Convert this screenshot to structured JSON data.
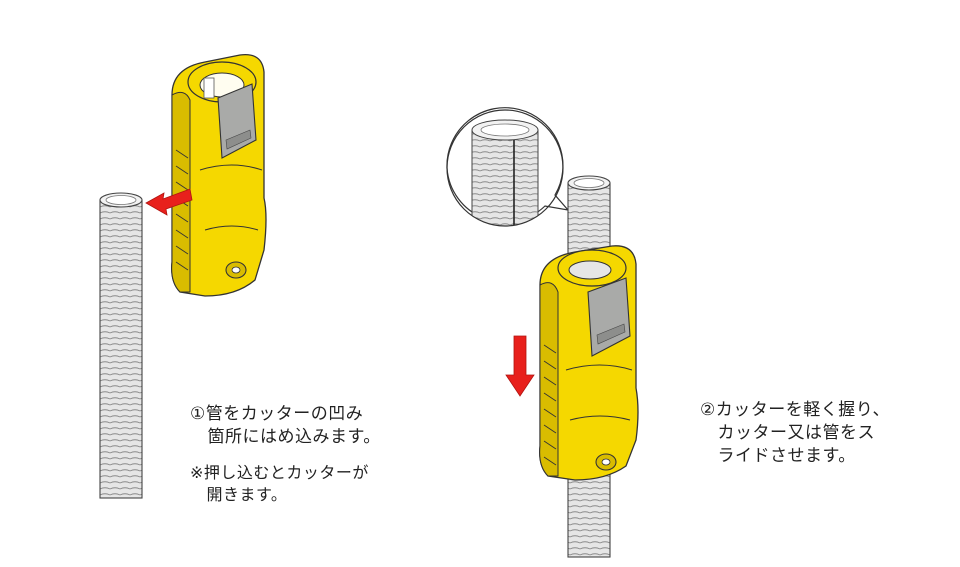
{
  "step1": {
    "lines": [
      "①管をカッターの凹み",
      "　箇所にはめ込みます。"
    ]
  },
  "note1": {
    "lines": [
      "※押し込むとカッターが",
      "　開きます。"
    ]
  },
  "step2": {
    "lines": [
      "②カッターを軽く握り、",
      "　カッター又は管をス",
      "　ライドさせます。"
    ]
  },
  "colors": {
    "cutter_yellow": "#f5d800",
    "cutter_shadow": "#c9aa00",
    "arrow_red": "#e8201c",
    "pipe_gray": "#d9d9d9",
    "outline": "#333333"
  }
}
